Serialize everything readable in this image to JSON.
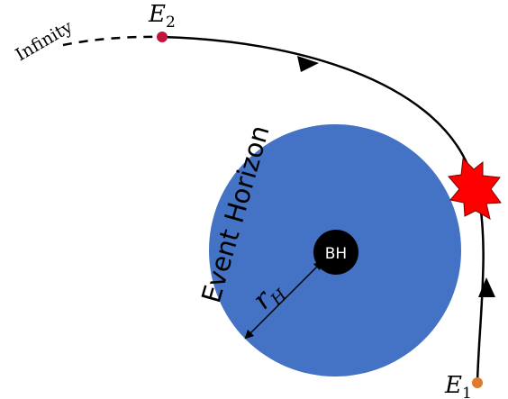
{
  "labels": {
    "infinity": "Infinity",
    "event_horizon": "Event Horizon",
    "black_hole": "BH",
    "e2": {
      "base": "E",
      "sub": "2"
    },
    "e1": {
      "base": "E",
      "sub": "1"
    },
    "radius": {
      "base": "r",
      "sub": "H"
    }
  },
  "colors": {
    "horizon_fill": "#4472C4",
    "black_hole": "#000000",
    "e2_point": "#C0143C",
    "e1_point": "#E07A2E",
    "collision_burst": "#FF0000",
    "trajectory": "#000000"
  }
}
